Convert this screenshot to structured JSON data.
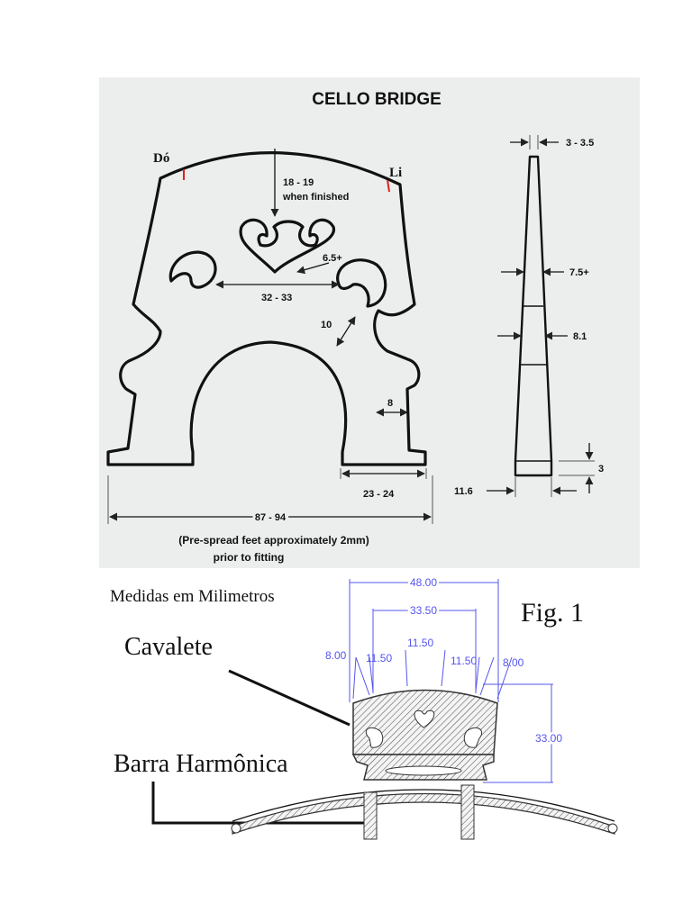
{
  "cello_bridge": {
    "title": "CELLO BRIDGE",
    "string_left": "Dó",
    "string_right": "Li",
    "height_line1": "18 - 19",
    "height_line2": "when finished",
    "heart_dim": "6.5+",
    "ear_span": "32 - 33",
    "arch_thickness": "10",
    "leg_width": "8",
    "foot_width": "23 - 24",
    "overall_width": "87 - 94",
    "note_line1": "(Pre-spread feet approximately 2mm)",
    "note_line2": "prior to fitting"
  },
  "profile_view": {
    "top_thickness": "3 - 3.5",
    "mid_thickness": "7.5+",
    "lower_thickness": "8.1",
    "foot_height": "3",
    "foot_thickness": "11.6"
  },
  "fig1": {
    "heading": "Medidas em Milimetros",
    "fig_label": "Fig. 1",
    "callout_bridge": "Cavalete",
    "callout_bar": "Barra Harmônica",
    "dims": {
      "total_width": "48.00",
      "inner_width": "33.50",
      "edge_left": "8.00",
      "gap_left": "11.50",
      "gap_center": "11.50",
      "gap_right": "11.50",
      "edge_right": "8.00",
      "height": "33.00"
    },
    "accent_color": "#5555ee"
  }
}
